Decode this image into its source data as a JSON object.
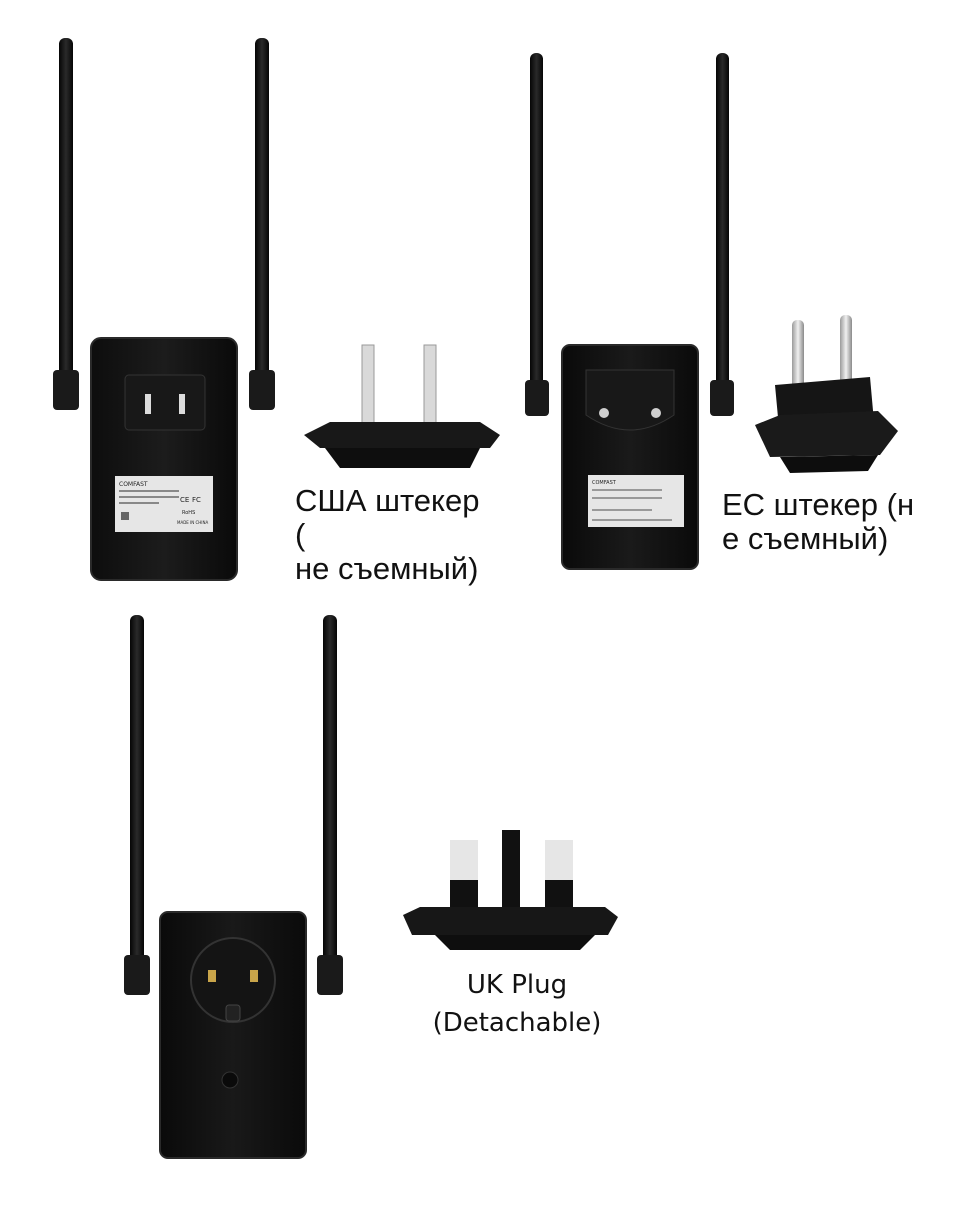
{
  "products": [
    {
      "id": "us",
      "caption": "США штекер\n(\nне съемный)",
      "label_brand": "COMFAST",
      "label_mark_ce": "CE",
      "label_mark_fc": "FC",
      "label_mark_rohs": "RoHS",
      "label_made_in": "MADE IN CHINA"
    },
    {
      "id": "eu",
      "caption": "ЕС штекер (н\nе съемный)",
      "label_brand": "COMFAST"
    },
    {
      "id": "uk",
      "caption": "UK Plug\n(Detachable)"
    }
  ],
  "colors": {
    "device_body": "#141414",
    "device_edge": "#2a2a2a",
    "label_sticker": "#e6e6e6",
    "plug_metal": "#d9d9d9",
    "background": "#ffffff"
  }
}
